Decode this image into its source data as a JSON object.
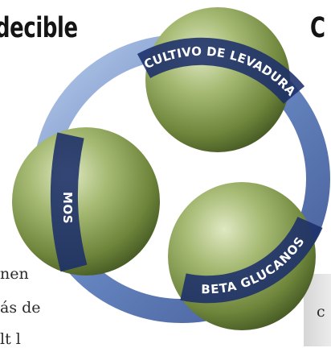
{
  "headings": {
    "left": "decible",
    "right": "C"
  },
  "labels": {
    "top": "CULTIVO DE LEVADURA",
    "left": "MOS",
    "right": "BETA GLUCANOS"
  },
  "body_text": {
    "line1": "nen",
    "line2": "ás de",
    "line3": "lt l"
  },
  "right_glyph": "c",
  "colors": {
    "sphere": "#7d9447",
    "band": "#1b2f6a",
    "band_highlight": "#8fb0de"
  }
}
